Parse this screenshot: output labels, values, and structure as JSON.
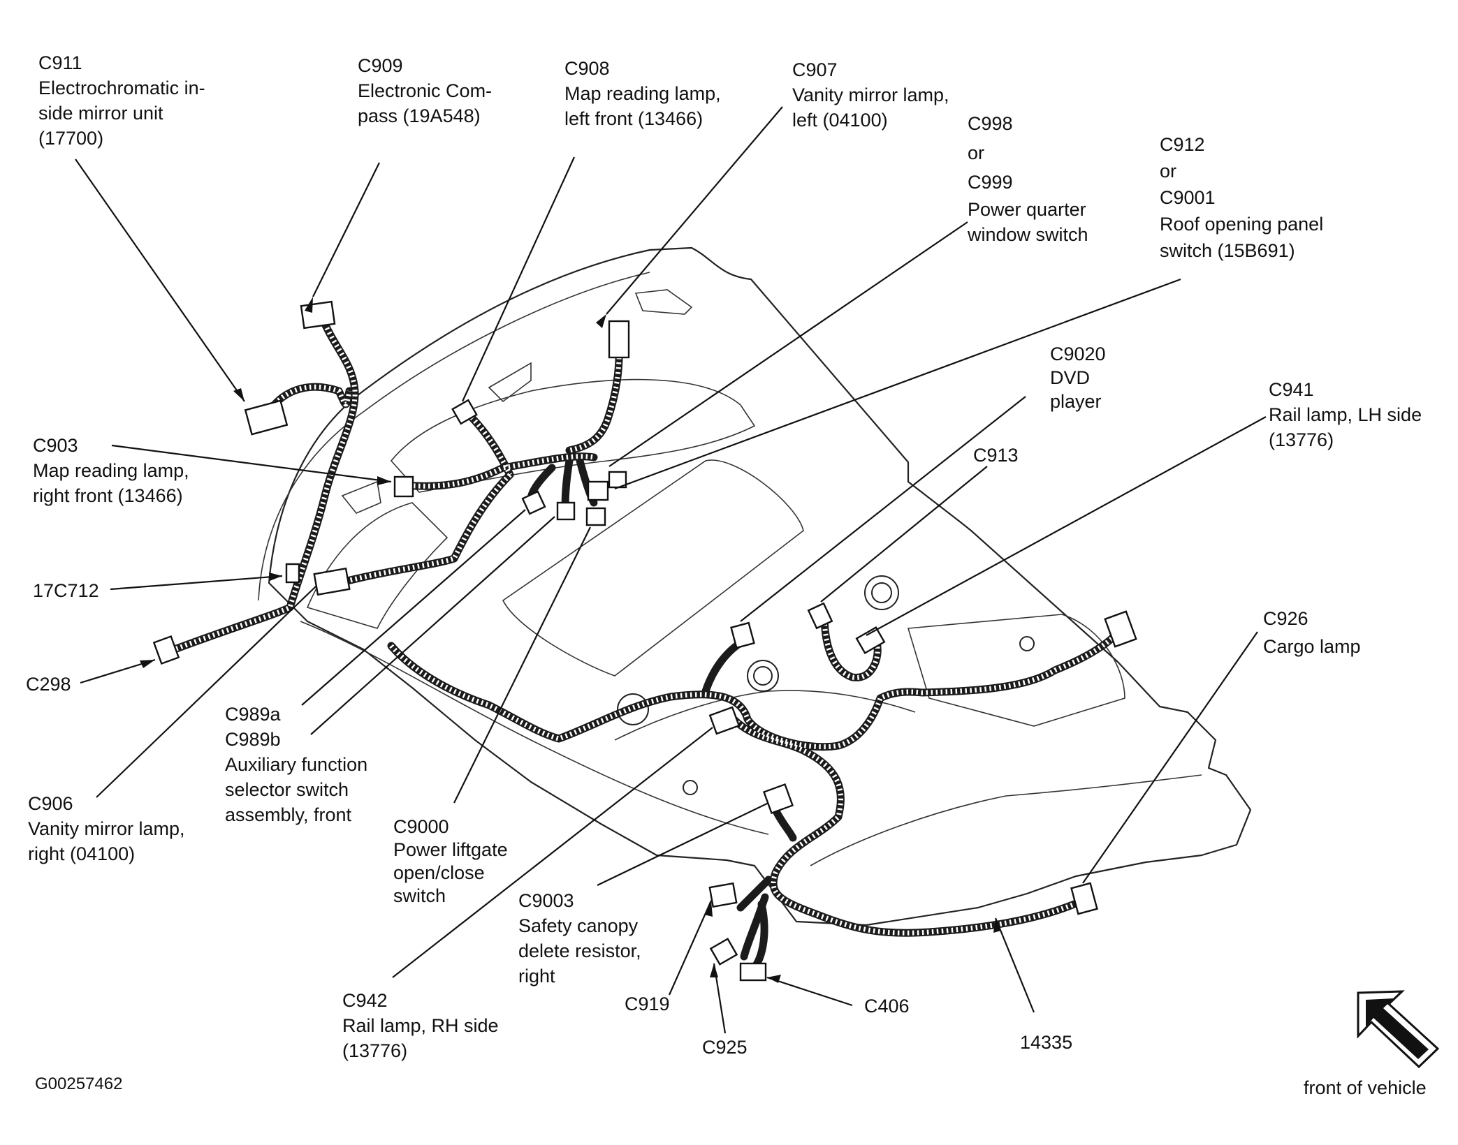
{
  "figure_id": "G00257462",
  "front_of_vehicle": "front of vehicle",
  "labels": [
    {
      "id": "c911",
      "lines": [
        "C911",
        "Electrochromatic in-",
        "side mirror unit",
        "(17700)"
      ]
    },
    {
      "id": "c909",
      "lines": [
        "C909",
        "Electronic Com-",
        "pass (19A548)"
      ]
    },
    {
      "id": "c908",
      "lines": [
        "C908",
        "Map reading lamp,",
        "left front (13466)"
      ]
    },
    {
      "id": "c907",
      "lines": [
        "C907",
        "Vanity mirror lamp,",
        "left (04100)"
      ]
    },
    {
      "id": "c998",
      "lines": [
        "C998",
        "or",
        "C999",
        "Power quarter",
        "window switch"
      ]
    },
    {
      "id": "c912",
      "lines": [
        "C912",
        "or",
        "C9001",
        "Roof opening panel",
        "switch (15B691)"
      ]
    },
    {
      "id": "c9020",
      "lines": [
        "C9020",
        "DVD",
        "player"
      ]
    },
    {
      "id": "c941",
      "lines": [
        "C941",
        "Rail lamp, LH side",
        "(13776)"
      ]
    },
    {
      "id": "c913",
      "lines": [
        "C913"
      ]
    },
    {
      "id": "c903",
      "lines": [
        "C903",
        "Map reading lamp,",
        "right front (13466)"
      ]
    },
    {
      "id": "p17c712",
      "lines": [
        "17C712"
      ]
    },
    {
      "id": "c298",
      "lines": [
        "C298"
      ]
    },
    {
      "id": "c989",
      "lines": [
        "C989a",
        "C989b",
        "Auxiliary function",
        "selector switch",
        "assembly, front"
      ]
    },
    {
      "id": "c906",
      "lines": [
        "C906",
        "Vanity mirror lamp,",
        "right (04100)"
      ]
    },
    {
      "id": "c9000",
      "lines": [
        "C9000",
        "Power liftgate",
        "open/close",
        "switch"
      ]
    },
    {
      "id": "c926",
      "lines": [
        "C926",
        "Cargo lamp"
      ]
    },
    {
      "id": "c9003",
      "lines": [
        "C9003",
        "Safety canopy",
        "delete resistor,",
        "right"
      ]
    },
    {
      "id": "c942",
      "lines": [
        "C942",
        "Rail lamp, RH side",
        "(13776)"
      ]
    },
    {
      "id": "c919",
      "lines": [
        "C919"
      ]
    },
    {
      "id": "c406",
      "lines": [
        "C406"
      ]
    },
    {
      "id": "c925",
      "lines": [
        "C925"
      ]
    },
    {
      "id": "p14335",
      "lines": [
        "14335"
      ]
    }
  ]
}
